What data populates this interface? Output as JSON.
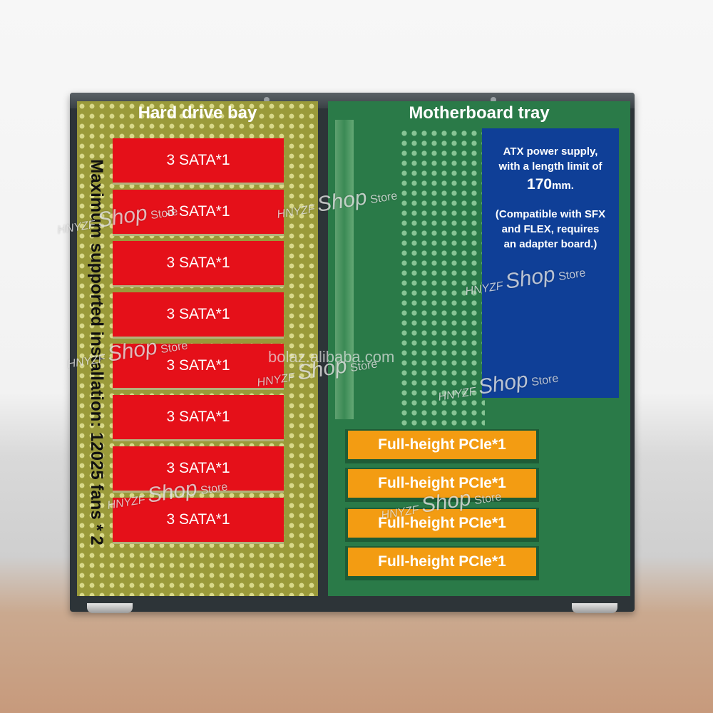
{
  "bay": {
    "title": "Hard drive bay",
    "sata_label": "3 SATA*1",
    "sata_count": 8,
    "fan_note": "Maximum supported installation: 12025 fans * 2"
  },
  "tray": {
    "title": "Motherboard tray",
    "psu": {
      "line1": "ATX power supply,",
      "line2": "with a length limit of",
      "value": "170",
      "unit": "mm.",
      "line3": "(Compatible with SFX",
      "line4": "and FLEX, requires",
      "line5": "an adapter board.)"
    },
    "pcie_label": "Full-height PCIe*1",
    "pcie_count": 4
  },
  "watermark": {
    "prefix": "HNYZF",
    "main": "Shop",
    "suffix": "Store",
    "url": "bolaz.alibaba.com"
  },
  "colors": {
    "sata": "#e51019",
    "pcie": "#f39c12",
    "psu": "#0f3f97",
    "bay": "#9a9a3a",
    "tray": "#2a7a48"
  }
}
